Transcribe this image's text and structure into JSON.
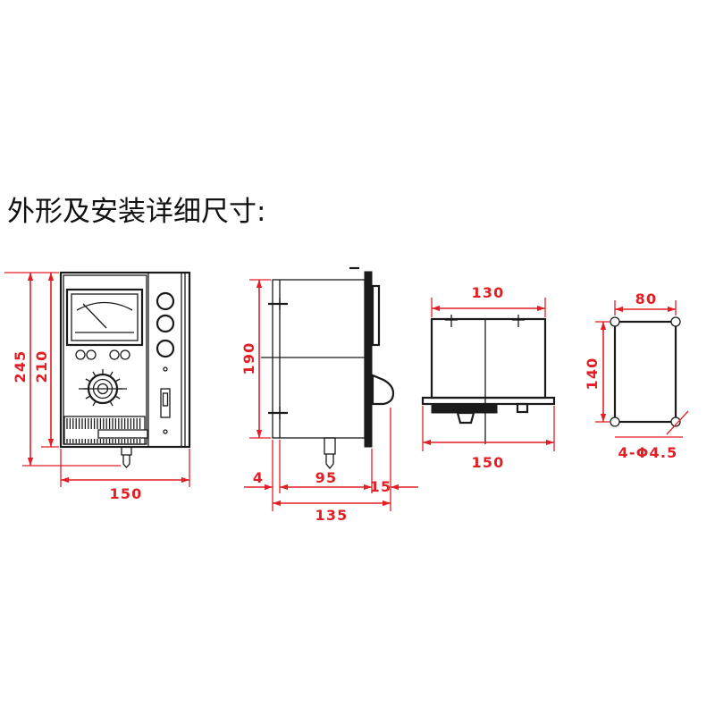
{
  "title": "外形及安装详细尺寸:",
  "colors": {
    "dimension": "#e31e24",
    "outline": "#1a1a1a",
    "background": "#ffffff"
  },
  "front_view": {
    "height_overall": "245",
    "height_body": "210",
    "width": "150"
  },
  "side_view": {
    "height": "190",
    "offset_back": "4",
    "depth_body": "95",
    "depth_front": "15",
    "depth_total": "135"
  },
  "bottom_view": {
    "mount_spacing": "130",
    "width": "150"
  },
  "mounting_holes": {
    "spacing_x": "80",
    "spacing_y": "140",
    "holes": "4-Φ4.5"
  }
}
